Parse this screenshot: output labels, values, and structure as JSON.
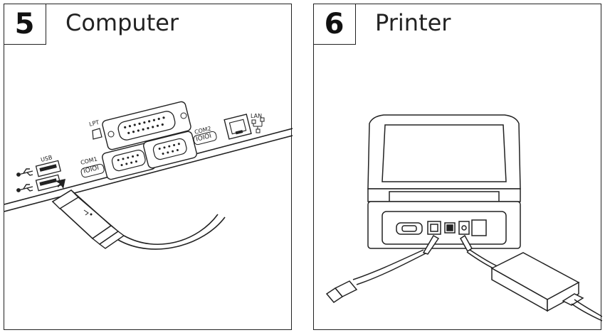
{
  "steps": [
    {
      "number": "5",
      "title": "Computer"
    },
    {
      "number": "6",
      "title": "Printer"
    }
  ],
  "computer_ports": {
    "lpt": "LPT",
    "usb": "USB",
    "com1": "COM1",
    "com2": "COM2",
    "lan": "LAN",
    "serial_pins": "IOIOI"
  },
  "icons": [
    "usb-symbol-icon",
    "arrow-icon",
    "network-icon",
    "printer-illustration",
    "power-adapter-illustration"
  ]
}
